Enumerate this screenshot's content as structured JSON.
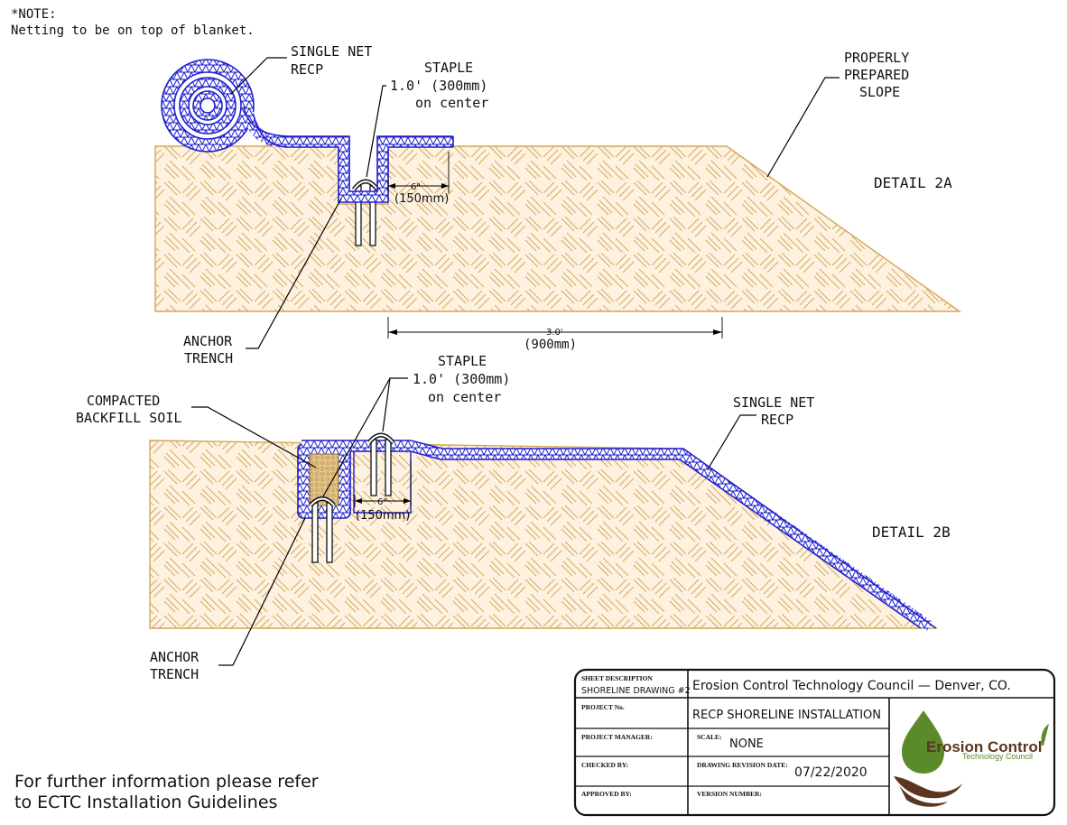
{
  "note": {
    "heading": "*NOTE:",
    "body": "Netting to be on top of blanket."
  },
  "detail_2a": {
    "title": "DETAIL 2A",
    "label_recp_line1": "SINGLE NET",
    "label_recp_line2": "RECP",
    "label_staple_line1": "STAPLE",
    "label_staple_line2": "1.0' (300mm)",
    "label_staple_line3": "on center",
    "label_slope_line1": "PROPERLY",
    "label_slope_line2": "PREPARED",
    "label_slope_line3": "SLOPE",
    "label_trench_line1": "ANCHOR",
    "label_trench_line2": "TRENCH",
    "dim_small_line1": "6\"",
    "dim_small_line2": "(150mm)",
    "dim_large_line1": "3.0'",
    "dim_large_line2": "(900mm)"
  },
  "detail_2b": {
    "title": "DETAIL 2B",
    "label_staple_line1": "STAPLE",
    "label_staple_line2": "1.0' (300mm)",
    "label_staple_line3": "on center",
    "label_backfill_line1": "COMPACTED",
    "label_backfill_line2": "BACKFILL SOIL",
    "label_recp_line1": "SINGLE NET",
    "label_recp_line2": "RECP",
    "label_trench_line1": "ANCHOR",
    "label_trench_line2": "TRENCH",
    "dim_small_line1": "6\"",
    "dim_small_line2": "(150mm)"
  },
  "footer": {
    "line1": "For further information please refer",
    "line2": "to ECTC Installation Guidelines"
  },
  "title_block": {
    "sheet_description_label": "SHEET DESCRIPTION",
    "sheet_description_value": "SHORELINE DRAWING #2",
    "organization": "Erosion Control Technology Council — Denver, CO.",
    "project_no_label": "PROJECT No.",
    "project_title": "RECP SHORELINE INSTALLATION",
    "project_manager_label": "PROJECT MANAGER:",
    "scale_label": "SCALE:",
    "scale_value": "NONE",
    "checked_by_label": "CHECKED BY:",
    "revision_date_label": "DRAWING REVISION DATE:",
    "revision_date_value": "07/22/2020",
    "approved_by_label": "APPROVED BY:",
    "version_label": "VERSION NUMBER:"
  },
  "logo": {
    "name": "Erosion Control",
    "subtitle": "Technology Council"
  },
  "colors": {
    "soil_fill": "#fdf1e0",
    "soil_line": "#d4a65a",
    "blanket": "#1f1fd0",
    "logo_green": "#5a8a2a",
    "logo_brown": "#5b3520"
  }
}
